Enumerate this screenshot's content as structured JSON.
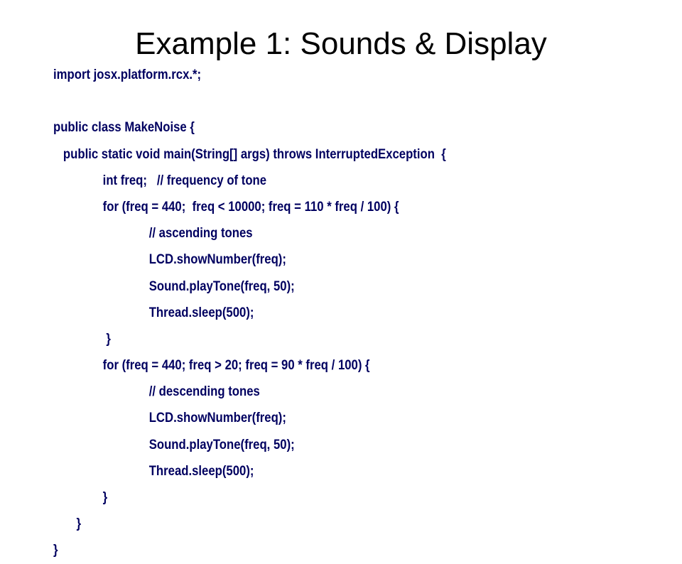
{
  "slide": {
    "title": "Example 1: Sounds & Display",
    "text_color": "#000060"
  },
  "code": {
    "lines": [
      "import josx.platform.rcx.*;",
      "",
      "public class MakeNoise {",
      "   public static void main(String[] args) throws InterruptedException  {",
      "               int freq;   // frequency of tone",
      "               for (freq = 440;  freq < 10000; freq = 110 * freq / 100) {",
      "                             // ascending tones",
      "                             LCD.showNumber(freq);",
      "                             Sound.playTone(freq, 50);",
      "                             Thread.sleep(500);",
      "                }",
      "               for (freq = 440; freq > 20; freq = 90 * freq / 100) {",
      "                             // descending tones",
      "                             LCD.showNumber(freq);",
      "                             Sound.playTone(freq, 50);",
      "                             Thread.sleep(500);",
      "               }",
      "       }",
      "}"
    ]
  }
}
